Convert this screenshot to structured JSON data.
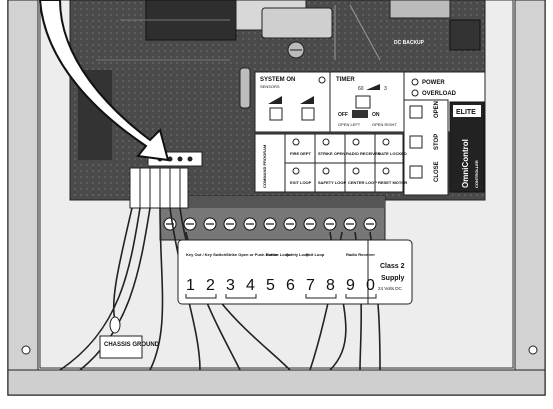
{
  "board": {
    "dc_backup": "DC BACKUP",
    "system_on": "SYSTEM ON",
    "sensors": "SENSORS",
    "timer": "TIMER",
    "timer_min": "60",
    "timer_max": "3",
    "off": "OFF",
    "on": "ON",
    "open_left": "OPEN LEFT",
    "open_right": "OPEN RIGHT",
    "power": "POWER",
    "overload": "OVERLOAD",
    "open": "OPEN",
    "stop": "STOP",
    "close": "CLOSE",
    "brand": "ELITE",
    "model": "OmniControl",
    "model_sub": "CONTROLLER",
    "indicators": {
      "fire_dept": "FIRE DEPT",
      "strike_open": "STRIKE OPEN",
      "radio_receiver": "RADIO RECEIVER",
      "gate_locked": "GATE LOCKED",
      "exit_loop": "EXIT LOOP",
      "safety_loop": "SAFETY LOOP",
      "center_loop": "CENTER LOOP",
      "reset_motor": "RESET MOTOR",
      "command_program": "COMMAND PROGRAM"
    }
  },
  "terminals": {
    "labels": [
      {
        "text": "Key Out / Key Switch",
        "nums": [
          "1",
          "2"
        ]
      },
      {
        "text": "Strike Open or Push Button",
        "nums": [
          "3",
          "4"
        ]
      },
      {
        "text": "Center Loop",
        "nums": [
          "5"
        ]
      },
      {
        "text": "Safety Loop",
        "nums": [
          "6"
        ]
      },
      {
        "text": "Exit Loop",
        "nums": [
          "7",
          "8"
        ]
      },
      {
        "text": "Radio Receiver",
        "nums": [
          "9",
          "0"
        ]
      }
    ],
    "supply_title": "Class 2",
    "supply_sub": "Supply",
    "supply_volts": "24 Volts DC"
  },
  "chassis_label": "CHASSIS GROUND"
}
